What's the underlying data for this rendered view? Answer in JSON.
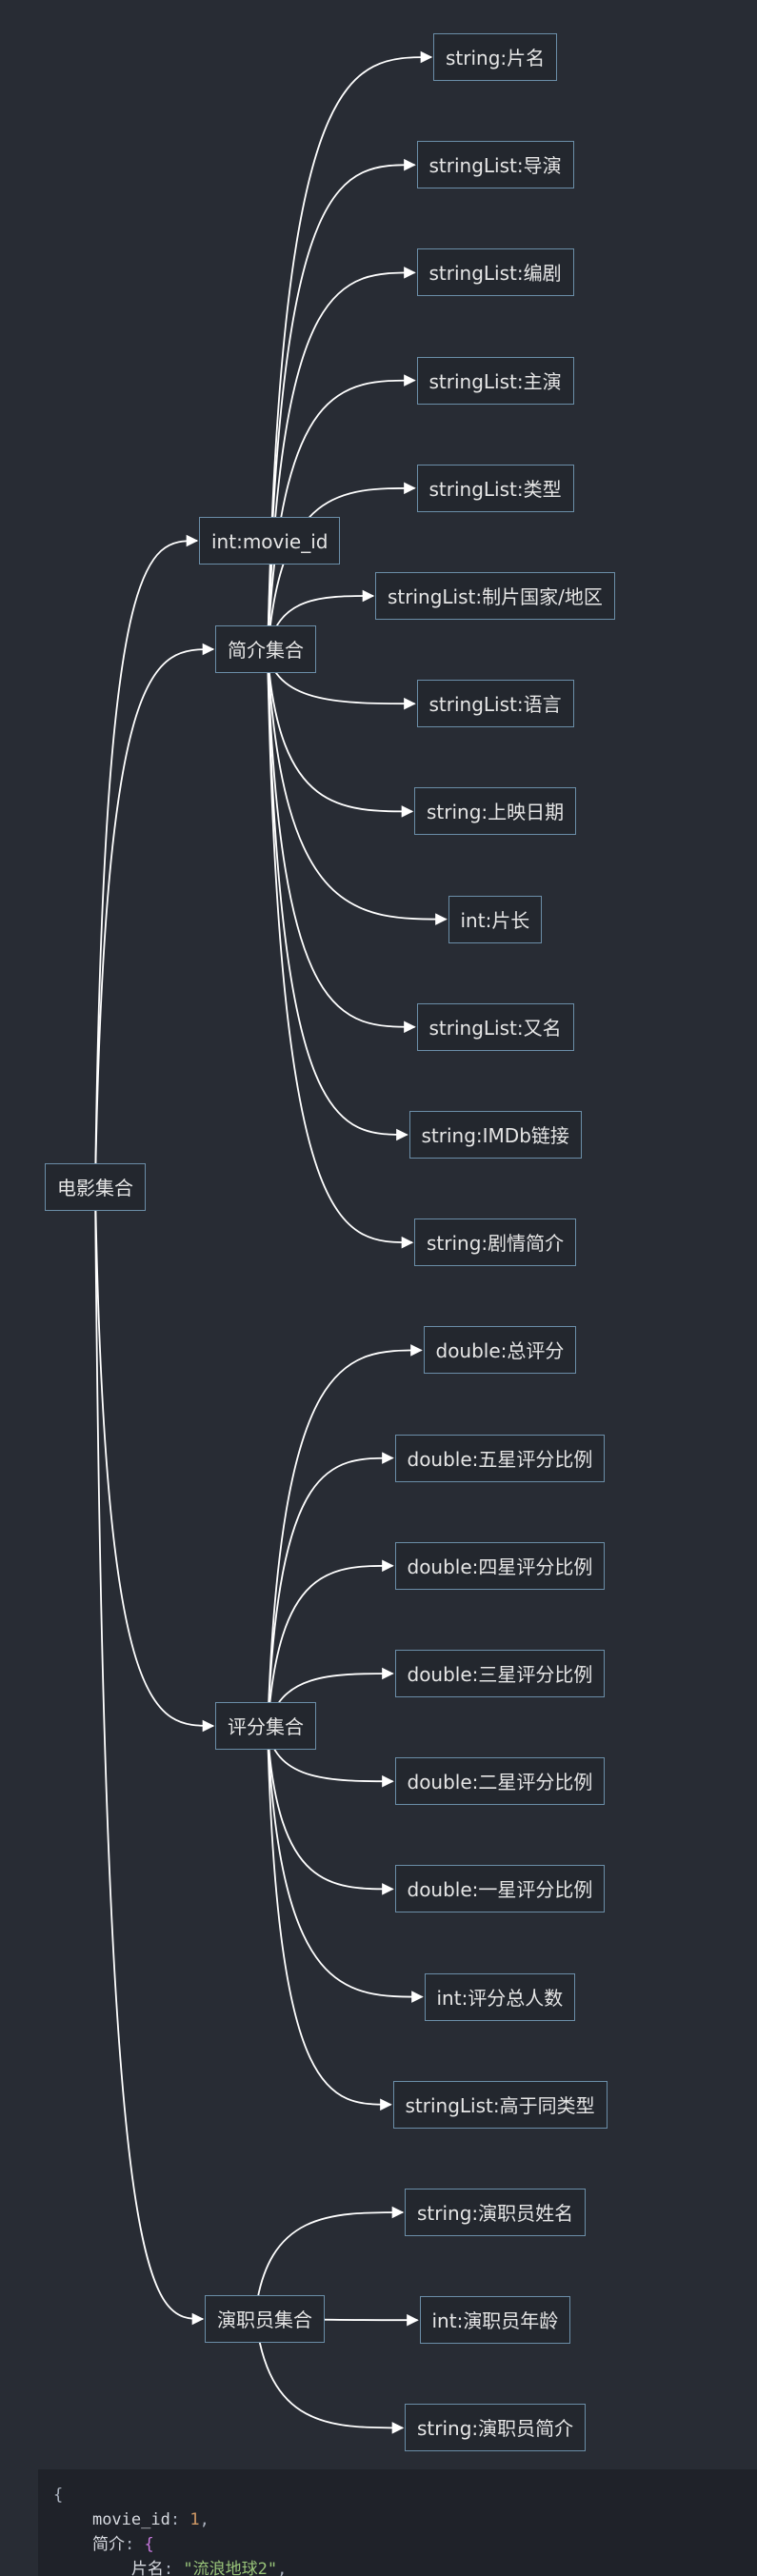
{
  "diagram": {
    "root": "电影集合",
    "groups": [
      {
        "id": "id",
        "label": "int:movie_id",
        "children": []
      },
      {
        "id": "intro",
        "label": "简介集合",
        "children": [
          "string:片名",
          "stringList:导演",
          "stringList:编剧",
          "stringList:主演",
          "stringList:类型",
          "stringList:制片国家/地区",
          "stringList:语言",
          "string:上映日期",
          "int:片长",
          "stringList:又名",
          "string:IMDb链接",
          "string:剧情简介"
        ]
      },
      {
        "id": "rating",
        "label": "评分集合",
        "children": [
          "double:总评分",
          "double:五星评分比例",
          "double:四星评分比例",
          "double:三星评分比例",
          "double:二星评分比例",
          "double:一星评分比例",
          "int:评分总人数",
          "stringList:高于同类型"
        ]
      },
      {
        "id": "cast",
        "label": "演职员集合",
        "children": [
          "string:演职员姓名",
          "int:演职员年龄",
          "string:演职员简介"
        ]
      }
    ]
  },
  "code": {
    "line1": "{",
    "line2_key": "movie_id",
    "line2_val": "1",
    "line3_key": "简介",
    "line3_brace": "{",
    "line4_key": "片名",
    "line4_val": "\"流浪地球2\""
  },
  "colors": {
    "background": "#282c34",
    "node_border": "#6b8ea8",
    "edge": "#ffffff"
  }
}
